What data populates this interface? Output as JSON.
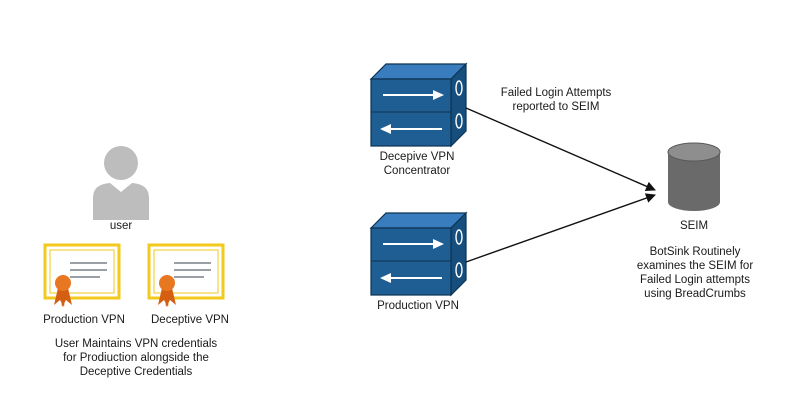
{
  "user": {
    "label": "user"
  },
  "credentials": {
    "production_label": "Production VPN",
    "deceptive_label": "Deceptive VPN",
    "caption": "User Maintains VPN credentials for Prodiuction alongside the Deceptive Credentials"
  },
  "deceptive_vpn": {
    "label": "Decepive VPN Concentrator"
  },
  "production_vpn": {
    "label": "Production VPN"
  },
  "edge_label": "Failed Login Attempts reported to SEIM",
  "seim": {
    "label": "SEIM"
  },
  "botsink_note": "BotSink Routinely examines the SEIM for Failed Login attempts using BreadCrumbs",
  "colors": {
    "vpn_blue": "#1f5e93",
    "vpn_dark": "#123f66",
    "cert_yellow": "#f3c91c",
    "ribbon_orange": "#e87722",
    "user_gray": "#bdbdbd",
    "db_gray": "#6a6a6a"
  }
}
